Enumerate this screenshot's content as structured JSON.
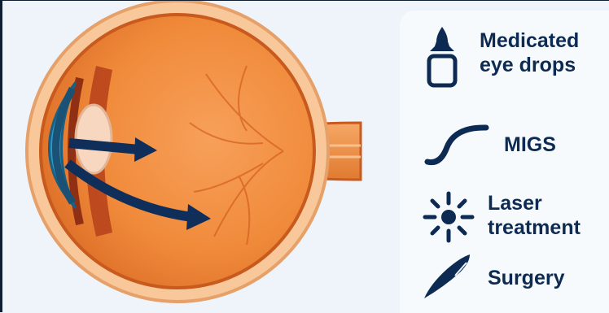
{
  "colors": {
    "navy": "#0d2b52",
    "orange": "#f08a3a",
    "orange_dark": "#c85a1e",
    "cornea_blue": "#2a9bc7",
    "background": "#eef4fa"
  },
  "treatments": [
    {
      "label": "Medicated\neye drops",
      "icon": "eye-drops-bottle-icon"
    },
    {
      "label": "MIGS",
      "icon": "stent-curve-icon"
    },
    {
      "label": "Laser\ntreatment",
      "icon": "laser-burst-icon"
    },
    {
      "label": "Surgery",
      "icon": "scalpel-icon"
    }
  ]
}
